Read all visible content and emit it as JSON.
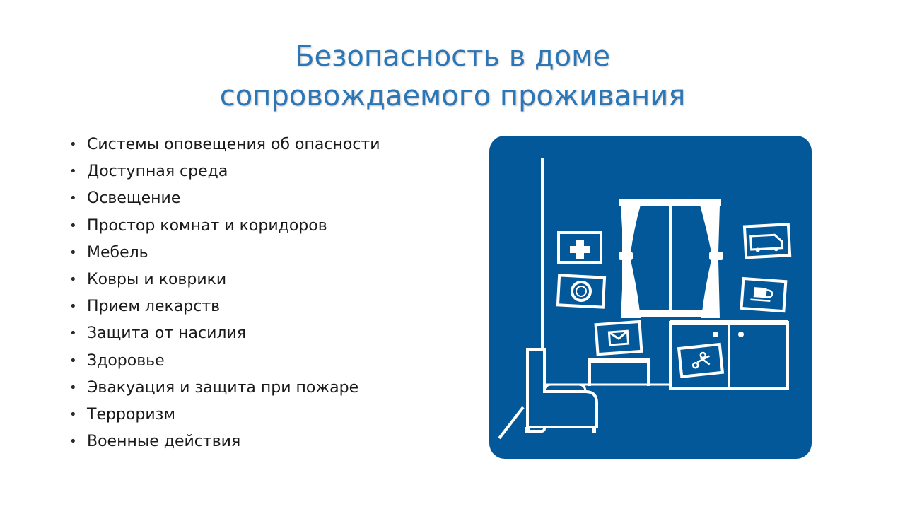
{
  "slide": {
    "title_line1": "Безопасность в доме",
    "title_line2": "сопровождаемого проживания",
    "title_color": "#2a76b6",
    "bullets": [
      "Системы оповещения  об опасности",
      "Доступная среда",
      "Освещение",
      "Простор комнат и коридоров",
      "Мебель",
      "Ковры и коврики",
      "Прием лекарств",
      "Защита от насилия",
      "Здоровье",
      "Эвакуация и защита при пожаре",
      "Терроризм",
      "Военные действия"
    ]
  },
  "illustration": {
    "background_color": "#03589a",
    "line_color": "#ffffff",
    "icons": [
      "first-aid-cross-icon",
      "coin-euro-icon",
      "van-icon",
      "coffee-cup-icon",
      "envelope-icon",
      "scissors-icon"
    ]
  }
}
